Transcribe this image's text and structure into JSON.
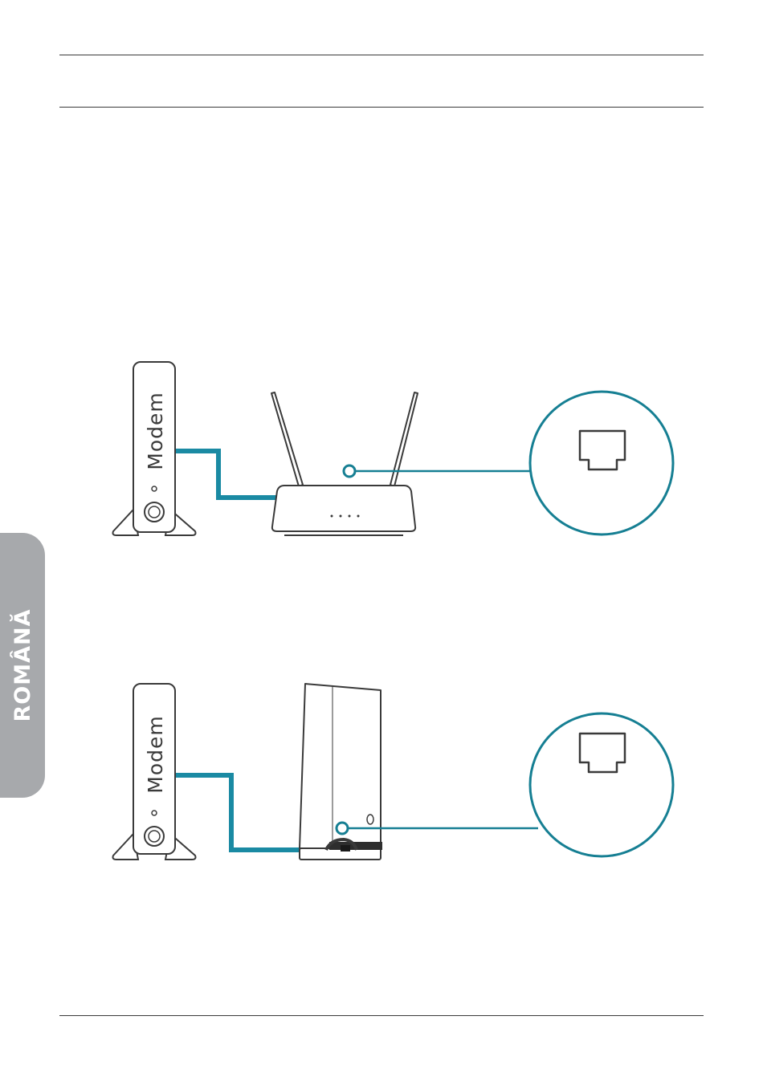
{
  "side_tab": {
    "label": "ROMÂNĂ"
  },
  "diagram_top": {
    "modem_label": "Modem"
  },
  "diagram_bottom": {
    "modem_label": "Modem"
  },
  "colors": {
    "cable": "#1a8aa3",
    "callout": "#167f93",
    "outline": "#3a3a3a",
    "tab": "#a7a9ac"
  },
  "icons": [
    "ethernet-port-icon",
    "ethernet-port-icon"
  ]
}
